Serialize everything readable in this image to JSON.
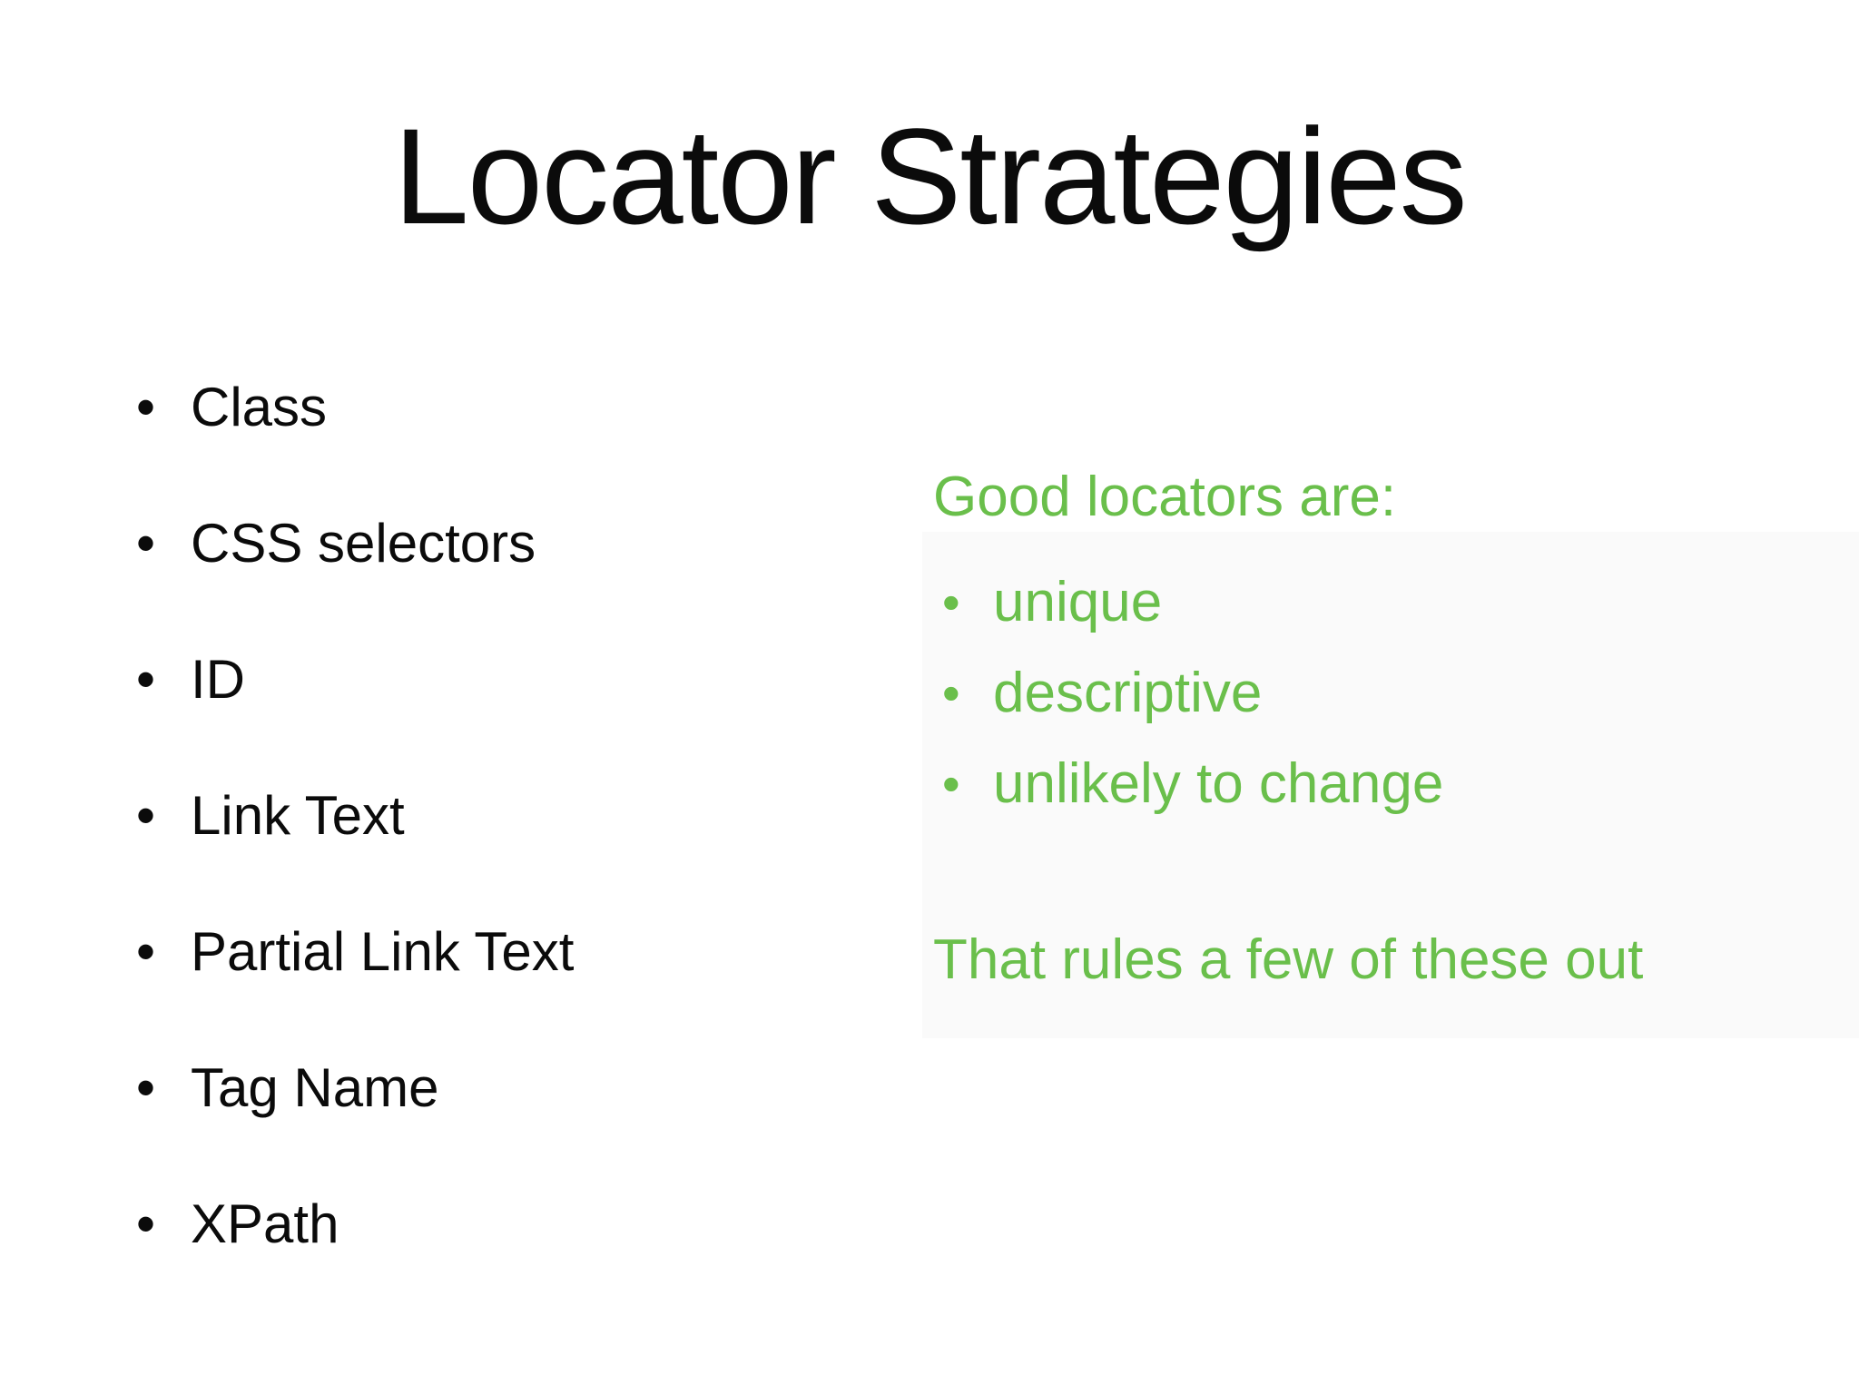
{
  "bullet_glyph": "•",
  "title": "Locator Strategies",
  "left_list": {
    "items": [
      "Class",
      "CSS selectors",
      "ID",
      "Link Text",
      "Partial Link Text",
      "Tag Name",
      "XPath"
    ]
  },
  "right_panel": {
    "heading": "Good locators are:",
    "items": [
      "unique",
      "descriptive",
      "unlikely to change"
    ],
    "note": "That rules a few of these out"
  },
  "colors": {
    "background": "#ffffff",
    "text": "#0b0b0b",
    "accent_green": "#6abf4b",
    "panel_gray": "#fafafa"
  }
}
